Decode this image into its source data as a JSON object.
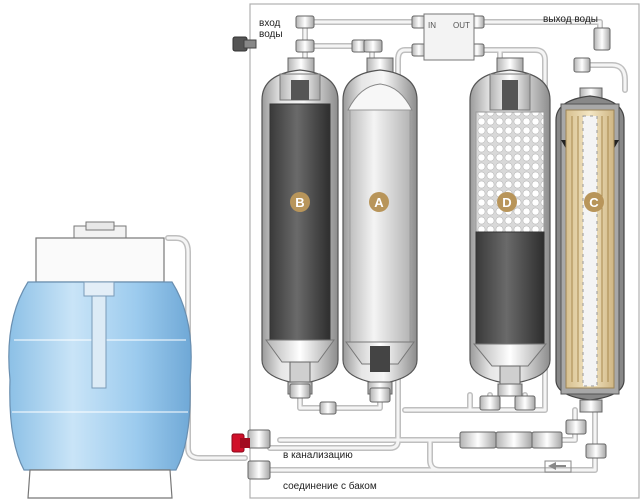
{
  "labels": {
    "inlet_line1": "вход",
    "inlet_line2": "воды",
    "outlet": "выход воды",
    "drain": "в канализацию",
    "tank_connection": "соединение с баком",
    "in": "IN",
    "out": "OUT"
  },
  "filters": {
    "b": "B",
    "a": "A",
    "d": "D",
    "c": "C"
  },
  "colors": {
    "badge": "#b8955a",
    "valve": "#d0102a",
    "tank": "#8ec4ea",
    "tube": "#cccccc"
  }
}
